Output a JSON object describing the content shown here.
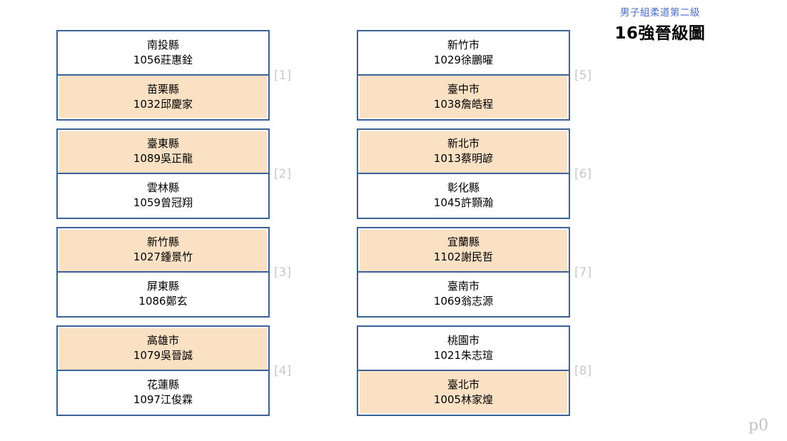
{
  "header": {
    "subtitle": "男子組柔道第二級",
    "title": "16強晉級圖"
  },
  "page_marker": "p0",
  "colors": {
    "border": "#3d6298",
    "winner_fill": "#fae1c4",
    "subtitle": "#4a6fc4",
    "index_label": "#c9c9c9",
    "page_marker": "#c2c2c2",
    "background": "#ffffff"
  },
  "bracket": {
    "round_name": "16強晉級圖",
    "columns": [
      {
        "side": "left",
        "matches": [
          {
            "index": "[1]",
            "slots": [
              {
                "team": "南投縣",
                "player": "1056莊惠銓",
                "winner": false
              },
              {
                "team": "苗栗縣",
                "player": "1032邱慶家",
                "winner": true
              }
            ]
          },
          {
            "index": "[2]",
            "slots": [
              {
                "team": "臺東縣",
                "player": "1089吳正龍",
                "winner": true
              },
              {
                "team": "雲林縣",
                "player": "1059曾冠翔",
                "winner": false
              }
            ]
          },
          {
            "index": "[3]",
            "slots": [
              {
                "team": "新竹縣",
                "player": "1027鍾景竹",
                "winner": true
              },
              {
                "team": "屏東縣",
                "player": "1086鄭玄",
                "winner": false
              }
            ]
          },
          {
            "index": "[4]",
            "slots": [
              {
                "team": "高雄市",
                "player": "1079吳晉誠",
                "winner": true
              },
              {
                "team": "花蓮縣",
                "player": "1097江俊霖",
                "winner": false
              }
            ]
          }
        ]
      },
      {
        "side": "right",
        "matches": [
          {
            "index": "[5]",
            "slots": [
              {
                "team": "新竹市",
                "player": "1029徐鵬曜",
                "winner": false
              },
              {
                "team": "臺中市",
                "player": "1038詹皓程",
                "winner": true
              }
            ]
          },
          {
            "index": "[6]",
            "slots": [
              {
                "team": "新北市",
                "player": "1013蔡明諺",
                "winner": true
              },
              {
                "team": "彰化縣",
                "player": "1045許顥瀚",
                "winner": false
              }
            ]
          },
          {
            "index": "[7]",
            "slots": [
              {
                "team": "宜蘭縣",
                "player": "1102謝民哲",
                "winner": true
              },
              {
                "team": "臺南市",
                "player": "1069翁志源",
                "winner": false
              }
            ]
          },
          {
            "index": "[8]",
            "slots": [
              {
                "team": "桃園市",
                "player": "1021朱志瑄",
                "winner": false
              },
              {
                "team": "臺北市",
                "player": "1005林家煌",
                "winner": true
              }
            ]
          }
        ]
      }
    ]
  }
}
